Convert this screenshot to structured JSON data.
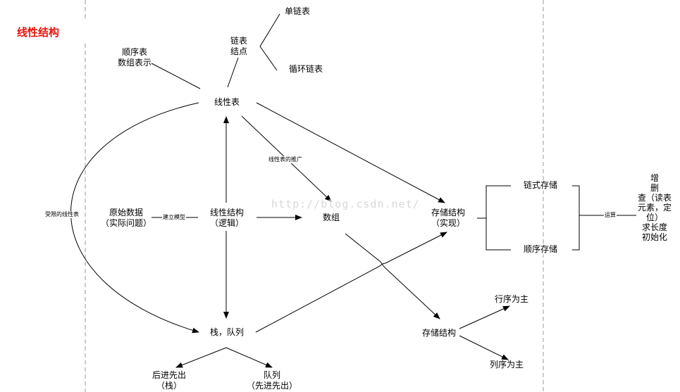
{
  "title": "线性结构",
  "watermark": "http://blog.csdn.net/",
  "nodes": {
    "linear_list": "线性表",
    "chain_node": [
      "链表",
      "结点"
    ],
    "singly_linked": "单链表",
    "circular_linked": "循环链表",
    "sequential_list": [
      "顺序表",
      "数组表示"
    ],
    "raw_data": [
      "原始数据",
      "（实际问题）"
    ],
    "linear_structure": [
      "线性结构",
      "（逻辑）"
    ],
    "array": "数组",
    "storage_structure_impl": [
      "存储结构",
      "（实现）"
    ],
    "linked_storage": "链式存储",
    "sequential_storage": "顺序存储",
    "operations": [
      "增",
      "删",
      "查（读表",
      "元素，定",
      "位）",
      "求长度",
      "初始化"
    ],
    "stack_queue": "栈，队列",
    "lifo": [
      "后进先出",
      "（栈）"
    ],
    "queue_fifo": [
      "队列",
      "（先进先出）"
    ],
    "storage_structure": "存储结构",
    "row_major": "行序为主",
    "column_major": "列序为主"
  },
  "edge_labels": {
    "restricted_linear_list": "受限的线性表",
    "build_model": "建立模型",
    "generalization": "线性表的推广",
    "operation": "运算"
  },
  "colors": {
    "title": "#e8140c",
    "line": "#000000",
    "divider": "#999999"
  }
}
